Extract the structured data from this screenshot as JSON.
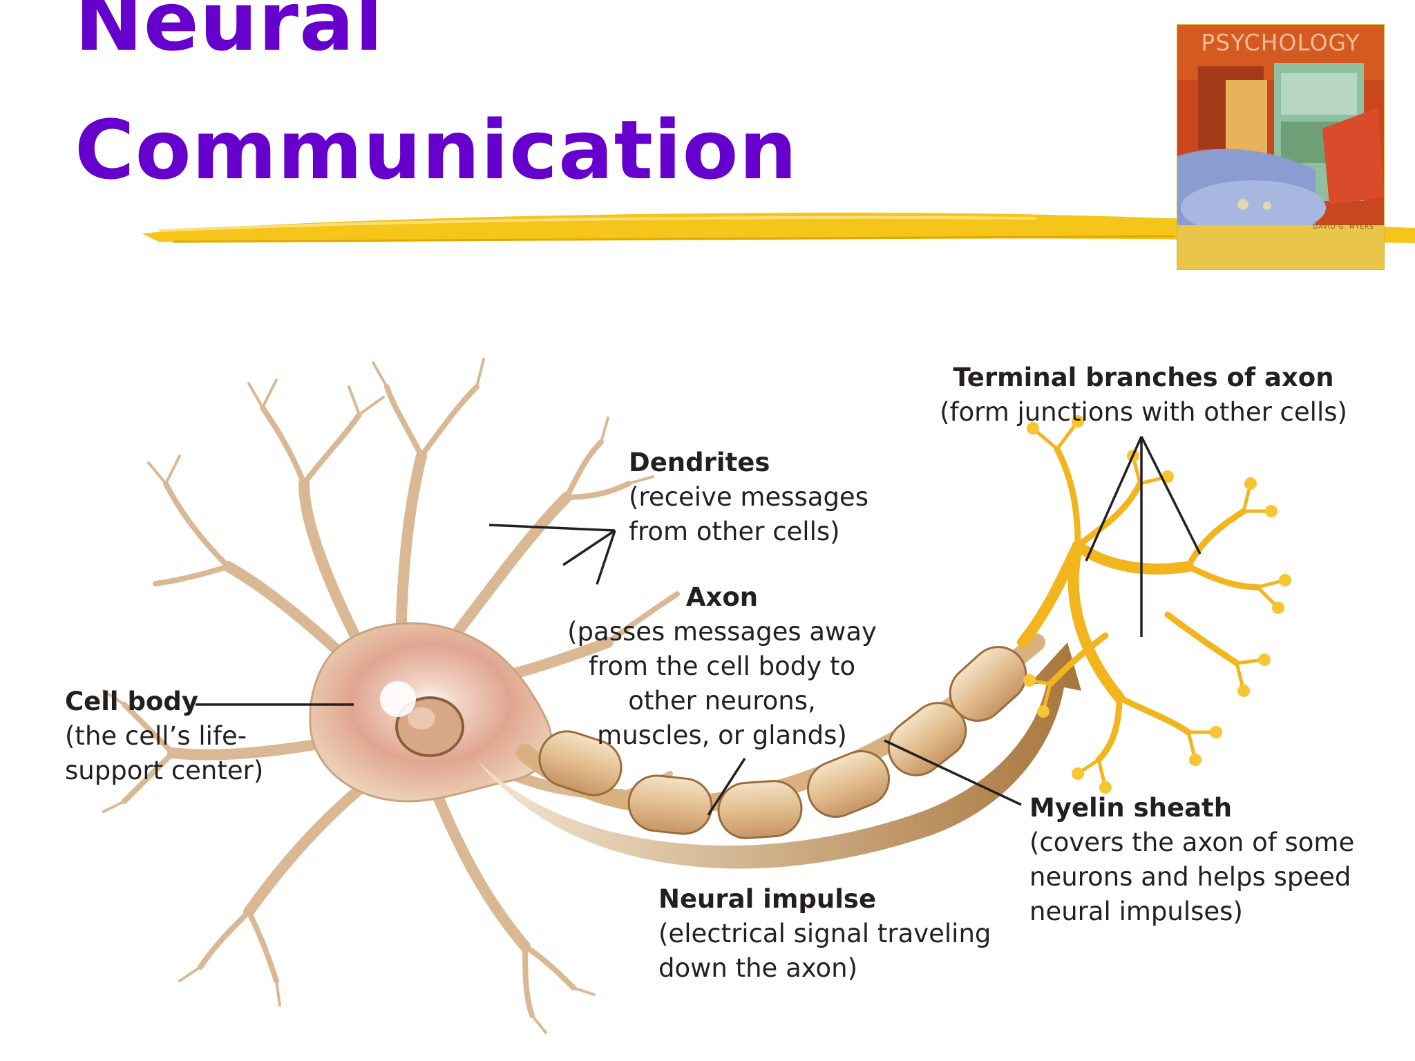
{
  "slide": {
    "title_line_1": "Neural",
    "title_line_2": "Communication"
  },
  "book_cover": {
    "title": "PSYCHOLOGY",
    "author": "DAVID G. MYERS"
  },
  "labels": {
    "terminal_branches": {
      "heading": "Terminal branches of axon",
      "desc": [
        "(form junctions with other cells)"
      ]
    },
    "dendrites": {
      "heading": "Dendrites",
      "desc": [
        "(receive messages",
        "from other cells)"
      ]
    },
    "axon": {
      "heading": "Axon",
      "desc": [
        "(passes messages away",
        "from the cell body to",
        "other neurons,",
        "muscles, or glands)"
      ]
    },
    "cell_body": {
      "heading": "Cell body",
      "desc": [
        "(the cell’s life-",
        "support center)"
      ]
    },
    "myelin_sheath": {
      "heading": "Myelin sheath",
      "desc": [
        "(covers the axon of some",
        "neurons and helps speed",
        "neural impulses)"
      ]
    },
    "neural_impulse": {
      "heading": "Neural impulse",
      "desc": [
        "(electrical signal traveling",
        "down the axon)"
      ]
    }
  },
  "colors": {
    "title": "#6600cc",
    "highlight": "#f4c20d",
    "neuron_fill": "#f0dcc0",
    "neuron_outline": "#b99a78",
    "terminal_fill": "#f7c531",
    "leader_line": "#231f20"
  }
}
